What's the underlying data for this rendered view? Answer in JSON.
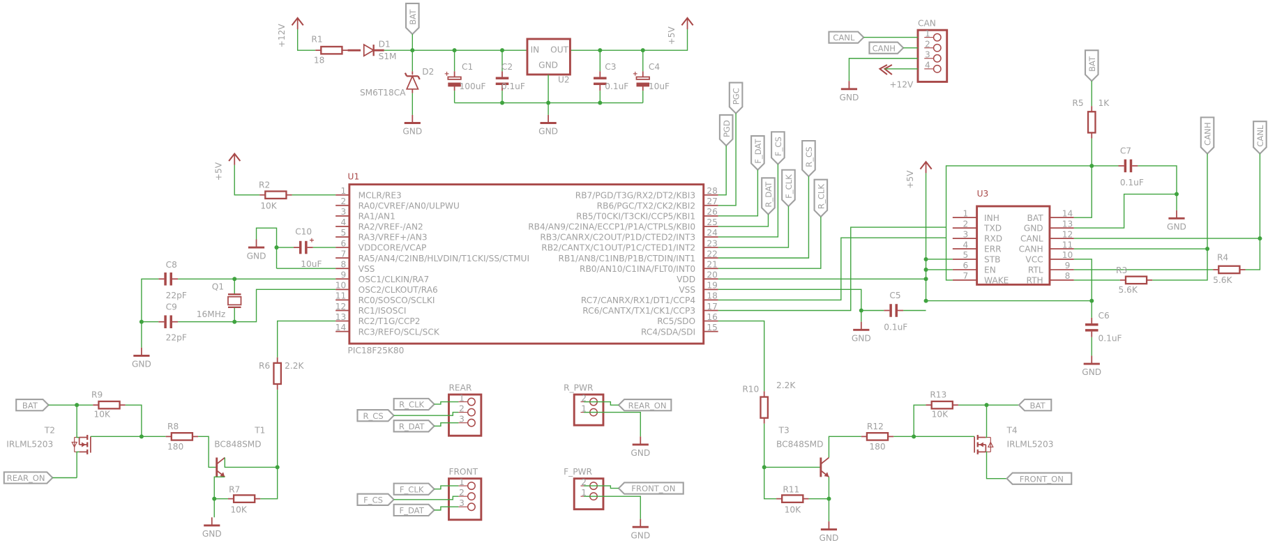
{
  "colors": {
    "wire": "#3fa33f",
    "part": "#a84848",
    "label": "#a0a0a0",
    "junction": "#3fa33f"
  },
  "power": {
    "p12v": "+12V",
    "p5v": "+5V",
    "gnd": "GND",
    "bat": "BAT"
  },
  "components": {
    "R1": {
      "ref": "R1",
      "value": "18"
    },
    "R2": {
      "ref": "R2",
      "value": "10K"
    },
    "R3": {
      "ref": "R3",
      "value": "5.6K"
    },
    "R4": {
      "ref": "R4",
      "value": "5.6K"
    },
    "R5": {
      "ref": "R5",
      "value": "1K"
    },
    "R6": {
      "ref": "R6",
      "value": "2.2K"
    },
    "R7": {
      "ref": "R7",
      "value": "10K"
    },
    "R8": {
      "ref": "R8",
      "value": "180"
    },
    "R9": {
      "ref": "R9",
      "value": "10K"
    },
    "R10": {
      "ref": "R10",
      "value": "2.2K"
    },
    "R11": {
      "ref": "R11",
      "value": "10K"
    },
    "R12": {
      "ref": "R12",
      "value": "180"
    },
    "R13": {
      "ref": "R13",
      "value": "10K"
    },
    "C1": {
      "ref": "C1",
      "value": "100uF"
    },
    "C2": {
      "ref": "C2",
      "value": "0.1uF"
    },
    "C3": {
      "ref": "C3",
      "value": "0.1uF"
    },
    "C4": {
      "ref": "C4",
      "value": "10uF"
    },
    "C5": {
      "ref": "C5",
      "value": "0.1uF"
    },
    "C6": {
      "ref": "C6",
      "value": "0.1uF"
    },
    "C7": {
      "ref": "C7",
      "value": "0.1uF"
    },
    "C8": {
      "ref": "C8",
      "value": "22pF"
    },
    "C9": {
      "ref": "C9",
      "value": "22pF"
    },
    "C10": {
      "ref": "C10",
      "value": "10uF"
    },
    "D1": {
      "ref": "D1",
      "value": "S1M"
    },
    "D2": {
      "ref": "D2",
      "value": "SM6T18CA"
    },
    "Q1": {
      "ref": "Q1",
      "value": "16MHz"
    },
    "T1": {
      "ref": "T1",
      "value": "BC848SMD"
    },
    "T2": {
      "ref": "T2",
      "value": "IRLML5203"
    },
    "T3": {
      "ref": "T3",
      "value": "BC848SMD"
    },
    "T4": {
      "ref": "T4",
      "value": "IRLML5203"
    }
  },
  "u1": {
    "ref": "U1",
    "value": "PIC18F25K80",
    "left_pins": [
      {
        "num": "1",
        "name": "MCLR/RE3"
      },
      {
        "num": "2",
        "name": "RA0/CVREF/AN0/ULPWU"
      },
      {
        "num": "3",
        "name": "RA1/AN1"
      },
      {
        "num": "4",
        "name": "RA2/VREF-/AN2"
      },
      {
        "num": "5",
        "name": "RA3/VREF+/AN3"
      },
      {
        "num": "6",
        "name": "VDDCORE/VCAP"
      },
      {
        "num": "7",
        "name": "RA5/AN4/C2INB/HLVDIN/T1CKI/SS/CTMUI"
      },
      {
        "num": "8",
        "name": "VSS"
      },
      {
        "num": "9",
        "name": "OSC1/CLKIN/RA7"
      },
      {
        "num": "10",
        "name": "OSC2/CLKOUT/RA6"
      },
      {
        "num": "11",
        "name": "RC0/SOSCO/SCLKI"
      },
      {
        "num": "12",
        "name": "RC1/ISOSCI"
      },
      {
        "num": "13",
        "name": "RC2/T1G/CCP2"
      },
      {
        "num": "14",
        "name": "RC3/REFO/SCL/SCK"
      }
    ],
    "right_pins": [
      {
        "num": "28",
        "name": "RB7/PGD/T3G/RX2/DT2/KBI3"
      },
      {
        "num": "27",
        "name": "RB6/PGC/TX2/CK2/KBI2"
      },
      {
        "num": "26",
        "name": "RB5/T0CKI/T3CKI/CCP5/KBI1"
      },
      {
        "num": "25",
        "name": "RB4/AN9/C2INA/ECCP1/P1A/CTPLS/KBI0"
      },
      {
        "num": "24",
        "name": "RB3/CANRX/C2OUT/P1D/CTED2/INT3"
      },
      {
        "num": "23",
        "name": "RB2/CANTX/C1OUT/P1C/CTED1/INT2"
      },
      {
        "num": "22",
        "name": "RB1/AN8/C1INB/P1B/CTDIN/INT1"
      },
      {
        "num": "21",
        "name": "RB0/AN10/C1INA/FLT0/INT0"
      },
      {
        "num": "20",
        "name": "VDD"
      },
      {
        "num": "19",
        "name": "VSS"
      },
      {
        "num": "18",
        "name": "RC7/CANRX/RX1/DT1/CCP4"
      },
      {
        "num": "17",
        "name": "RC6/CANTX/TX1/CK1/CCP3"
      },
      {
        "num": "16",
        "name": "RC5/SDO"
      },
      {
        "num": "15",
        "name": "RC4/SDA/SDI"
      }
    ]
  },
  "u2": {
    "ref": "U2",
    "in": "IN",
    "out": "OUT",
    "gnd": "GND"
  },
  "u3": {
    "ref": "U3",
    "left_pins": [
      {
        "num": "1",
        "name": "INH"
      },
      {
        "num": "2",
        "name": "TXD"
      },
      {
        "num": "3",
        "name": "RXD"
      },
      {
        "num": "4",
        "name": "ERR"
      },
      {
        "num": "5",
        "name": "STB"
      },
      {
        "num": "6",
        "name": "EN"
      },
      {
        "num": "7",
        "name": "WAKE"
      }
    ],
    "right_pins": [
      {
        "num": "14",
        "name": "BAT"
      },
      {
        "num": "13",
        "name": "GND"
      },
      {
        "num": "12",
        "name": "CANL"
      },
      {
        "num": "11",
        "name": "CANH"
      },
      {
        "num": "10",
        "name": "VCC"
      },
      {
        "num": "9",
        "name": "RTL"
      },
      {
        "num": "8",
        "name": "RTH"
      }
    ]
  },
  "connectors": {
    "can": {
      "ref": "CAN",
      "pins": [
        "1",
        "2",
        "3",
        "4"
      ]
    },
    "rear": {
      "ref": "REAR",
      "pins": [
        "1",
        "2",
        "3"
      ]
    },
    "front": {
      "ref": "FRONT",
      "pins": [
        "1",
        "2",
        "3"
      ]
    },
    "r_pwr": {
      "ref": "R_PWR",
      "pins": [
        "2",
        "1"
      ]
    },
    "f_pwr": {
      "ref": "F_PWR",
      "pins": [
        "2",
        "1"
      ]
    }
  },
  "nets": {
    "canl": "CANL",
    "canh": "CANH",
    "pgd": "PGD",
    "pgc": "PGC",
    "f_dat": "F_DAT",
    "f_cs": "F_CS",
    "f_clk": "F_CLK",
    "r_dat": "R_DAT",
    "r_cs": "R_CS",
    "r_clk": "R_CLK",
    "rear_on": "REAR_ON",
    "front_on": "FRONT_ON"
  }
}
